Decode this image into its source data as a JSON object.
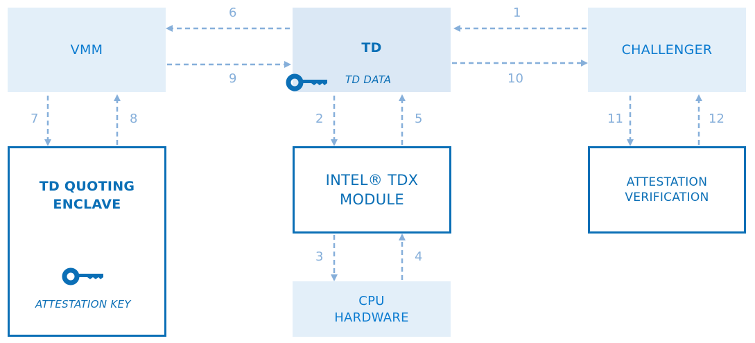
{
  "boxes": {
    "vmm": "VMM",
    "td": "TD",
    "td_data": "TD DATA",
    "challenger": "CHALLENGER",
    "quoting_line1": "TD QUOTING",
    "quoting_line2": "ENCLAVE",
    "attestation_key": "ATTESTATION KEY",
    "tdx_line1": "INTEL® TDX",
    "tdx_line2": "MODULE",
    "cpu_line1": "CPU",
    "cpu_line2": "HARDWARE",
    "verif_line1": "ATTESTATION",
    "verif_line2": "VERIFICATION"
  },
  "steps": {
    "s1": "1",
    "s2": "2",
    "s3": "3",
    "s4": "4",
    "s5": "5",
    "s6": "6",
    "s7": "7",
    "s8": "8",
    "s9": "9",
    "s10": "10",
    "s11": "11",
    "s12": "12"
  },
  "icons": {
    "td_key": "key-icon",
    "attestation_key": "key-icon"
  },
  "colors": {
    "accent": "#0b6fb6",
    "fill": "#e3eff9",
    "arrow": "#86afda"
  }
}
